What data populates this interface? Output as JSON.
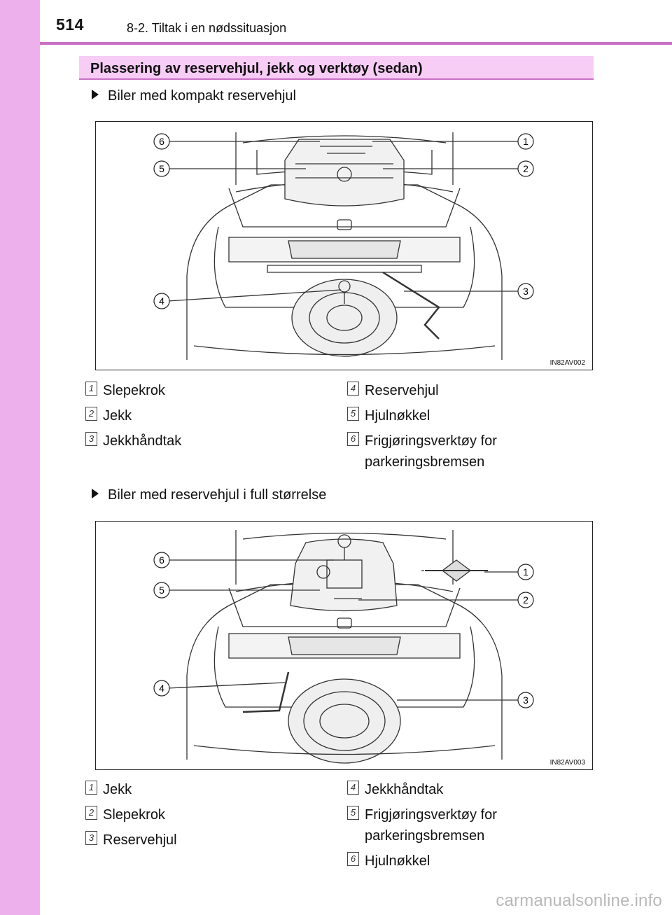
{
  "page": {
    "number": "514",
    "chapter": "8-2. Tiltak i en nødssituasjon",
    "section_title": "Plassering av reservehjul, jekk og verktøy (sedan)",
    "watermark": "carmanualsonline.info"
  },
  "figure1": {
    "subtitle": "Biler med kompakt reservehjul",
    "code": "IN82AV002",
    "callouts": [
      "1",
      "2",
      "3",
      "4",
      "5",
      "6"
    ],
    "legend": [
      {
        "num": "1",
        "text": "Slepekrok"
      },
      {
        "num": "2",
        "text": "Jekk"
      },
      {
        "num": "3",
        "text": "Jekkhåndtak"
      },
      {
        "num": "4",
        "text": "Reservehjul"
      },
      {
        "num": "5",
        "text": "Hjulnøkkel"
      },
      {
        "num": "6",
        "text": "Frigjøringsverktøy for",
        "text2": "parkeringsbremsen"
      }
    ]
  },
  "figure2": {
    "subtitle": "Biler med reservehjul i full størrelse",
    "code": "IN82AV003",
    "callouts": [
      "1",
      "2",
      "3",
      "4",
      "5",
      "6"
    ],
    "legend": [
      {
        "num": "1",
        "text": "Jekk"
      },
      {
        "num": "2",
        "text": "Slepekrok"
      },
      {
        "num": "3",
        "text": "Reservehjul"
      },
      {
        "num": "4",
        "text": "Jekkhåndtak"
      },
      {
        "num": "5",
        "text": "Frigjøringsverktøy for",
        "text2": "parkeringsbremsen"
      },
      {
        "num": "6",
        "text": "Hjulnøkkel"
      }
    ]
  }
}
